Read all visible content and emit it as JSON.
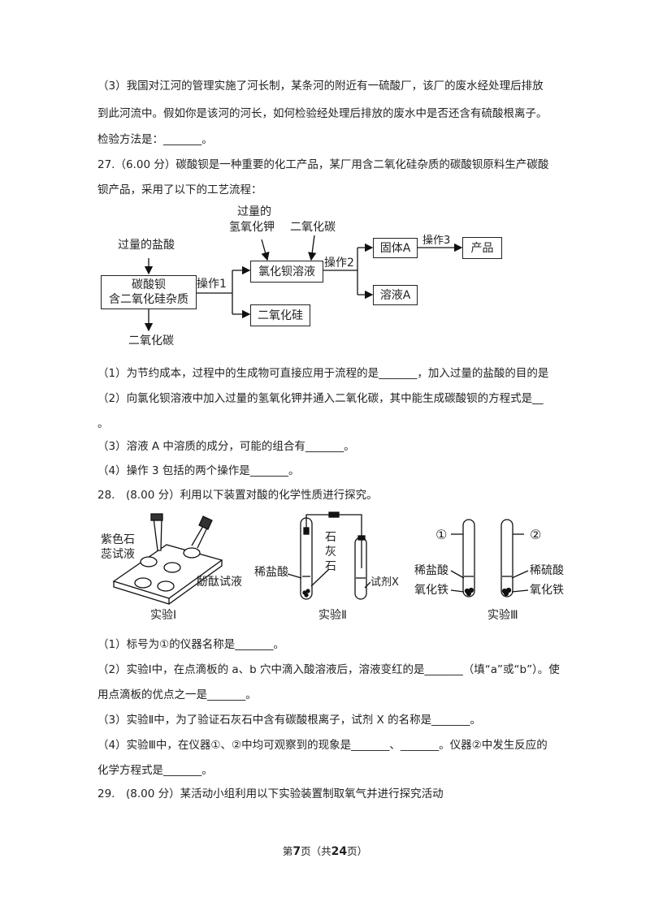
{
  "q26_3": {
    "line1": "（3）我国对江河的管理实施了河长制，某条河的附近有一硫酸厂，该厂的废水经处理后排放",
    "line2": "到此河流中。假如你是该河的河长，如何检验经处理后排放的废水中是否还含有硫酸根离子。",
    "line3": "检验方法是：_______。"
  },
  "q27": {
    "line1": "27.（6.00 分）碳酸钡是一种重要的化工产品，某厂用含二氧化硅杂质的碳酸钡原料生产碳酸",
    "line2": "钡产品，采用了以下的工艺流程：",
    "flow": {
      "hcl_label": "过量的盐酸",
      "raw_box_1": "碳酸钡",
      "raw_box_2": "含二氧化硅杂质",
      "co2_out": "二氧化碳",
      "op1": "操作1",
      "koh_label_1": "过量的",
      "koh_label_2": "氢氧化钾",
      "co2_in": "二氧化碳",
      "bacl2_box": "氯化钡溶液",
      "sio2_box": "二氧化硅",
      "op2": "操作2",
      "solid_box": "固体A",
      "solution_box": "溶液A",
      "op3": "操作3",
      "product_box": "产品"
    },
    "sub1": "（1）为节约成本，过程中的生成物可直接应用于流程的是_______，加入过量的盐酸的目的是",
    "sub2": "（2）向氯化钡溶液中加入过量的氢氧化钾并通入二氧化碳，其中能生成碳酸钡的方程式是__",
    "sub2_end": "。",
    "sub3": "（3）溶液 A 中溶质的成分，可能的组合有_______。",
    "sub4": "（4）操作 3 包括的两个操作是_______。"
  },
  "q28": {
    "line1": "28.　(8.00 分）利用以下装置对酸的化学性质进行探究。",
    "exp1": {
      "litmus_1": "紫色石",
      "litmus_2": "蕊试液",
      "phenol": "酚酞试液",
      "caption": "实验Ⅰ"
    },
    "exp2": {
      "hcl": "稀盐酸",
      "lime_1": "石",
      "lime_2": "灰",
      "lime_3": "石",
      "reagent": "试剂X",
      "caption": "实验Ⅱ"
    },
    "exp3": {
      "num1": "①",
      "num2": "②",
      "hcl": "稀盐酸",
      "h2so4": "稀硫酸",
      "fe2o3_a": "氧化铁",
      "fe2o3_b": "氧化铁",
      "caption": "实验Ⅲ"
    },
    "sub1": "（1）标号为①的仪器名称是_______。",
    "sub2a": "（2）实验Ⅰ中，在点滴板的 a、b 穴中滴入酸溶液后，溶液变红的是_______（填“a”或“b”）。使",
    "sub2b": "用点滴板的优点之一是_______。",
    "sub3": "（3）实验Ⅱ中，为了验证石灰石中含有碳酸根离子，试剂 X 的名称是_______。",
    "sub4a": "（4）实验Ⅲ中，在仪器①、②中均可观察到的现象是_______、_______。仪器②中发生反应的",
    "sub4b": "化学方程式是_______。"
  },
  "q29": {
    "line1": "29.　(8.00 分）某活动小组利用以下实验装置制取氧气并进行探究活动"
  },
  "footer": {
    "prefix": "第",
    "page": "7",
    "middle": "页（共",
    "total": "24",
    "suffix": "页）"
  }
}
